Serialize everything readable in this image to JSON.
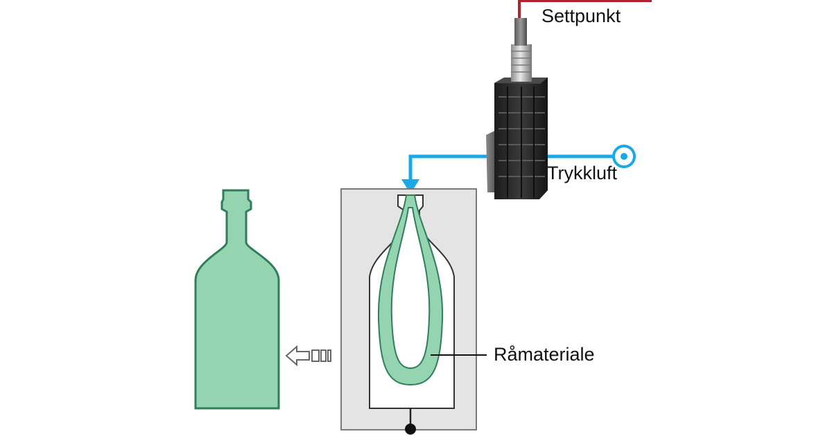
{
  "labels": {
    "setpoint": "Settpunkt",
    "compressed_air": "Trykkluft",
    "raw_material": "Råmateriale"
  },
  "colors": {
    "signal_line": "#b5212b",
    "air_line": "#19a9e6",
    "bottle_fill": "#94d4b0",
    "bottle_stroke": "#2f7d5a",
    "mold_fill": "#e4e4e4",
    "mold_stroke": "#7a7a7a",
    "valve_body": "#262626"
  },
  "icons": {
    "air_source": "circle-target-icon",
    "direction_arrow": "left-arrow-icon",
    "regulator": "pressure-regulator-icon"
  }
}
